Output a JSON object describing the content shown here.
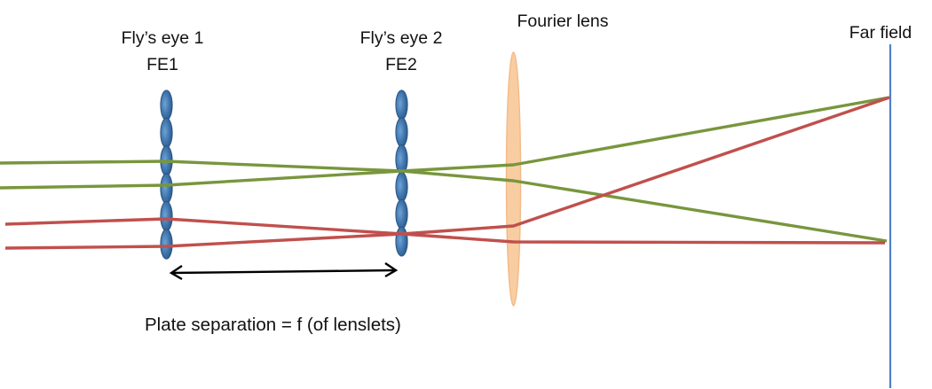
{
  "labels": {
    "fe1_line1": "Fly’s eye 1",
    "fe1_line2": "FE1",
    "fe2_line1": "Fly’s eye 2",
    "fe2_line2": "FE2",
    "fourier_lens": "Fourier lens",
    "far_field": "Far field",
    "plate_separation": "Plate separation = f (of lenslets)"
  },
  "colors": {
    "ray_green": "#78963D",
    "ray_red": "#C0504D",
    "lenslet_light": "#6FA3D6",
    "lenslet_mid": "#3E74AC",
    "lenslet_dark": "#2A547F",
    "fourier_fill": "#F9CDA2",
    "fourier_stroke": "#F2BB89",
    "far_field_line": "#5080C8",
    "arrow": "#000000"
  },
  "diagram": {
    "fe1_lenslet_count": 6,
    "fe2_lenslet_count": 6,
    "ray_count_green": 2,
    "ray_count_red": 2
  }
}
